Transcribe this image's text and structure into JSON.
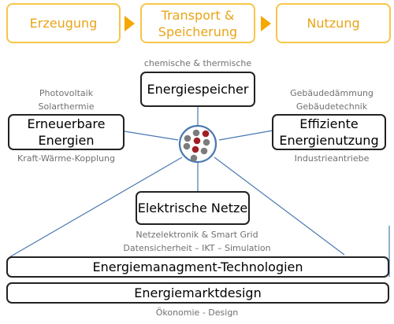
{
  "flow": {
    "step1": "Erzeugung",
    "step2_line1": "Transport &",
    "step2_line2": "Speicherung",
    "step3": "Nutzung",
    "color_border": "#f6c64a",
    "color_text": "#e9a417",
    "color_arrow": "#f5a800"
  },
  "center_icon": "molecule-cluster-icon",
  "speicher": {
    "label": "Energiespeicher",
    "note": "chemische & thermische"
  },
  "erneuerbare": {
    "line1": "Erneuerbare",
    "line2": "Energien",
    "note_top1": "Photovoltaik",
    "note_top2": "Solarthermie",
    "note_bottom": "Kraft-Wärme-Kopplung"
  },
  "effiziente": {
    "line1": "Effiziente",
    "line2": "Energienutzung",
    "note_top1": "Gebäudedämmung",
    "note_top2": "Gebäudetechnik",
    "note_bottom": "Industrieantriebe"
  },
  "netze": {
    "label": "Elektrische Netze",
    "note1": "Netzelektronik & Smart Grid",
    "note2": "Datensicherheit – IKT – Simulation"
  },
  "management": {
    "label": "Energiemanagment-Technologien"
  },
  "markt": {
    "label": "Energiemarktdesign",
    "note": "Ökonomie - Design"
  },
  "colors": {
    "connector": "#4a78b0",
    "dot_red": "#a01e24",
    "dot_gray": "#7c7c7c"
  }
}
